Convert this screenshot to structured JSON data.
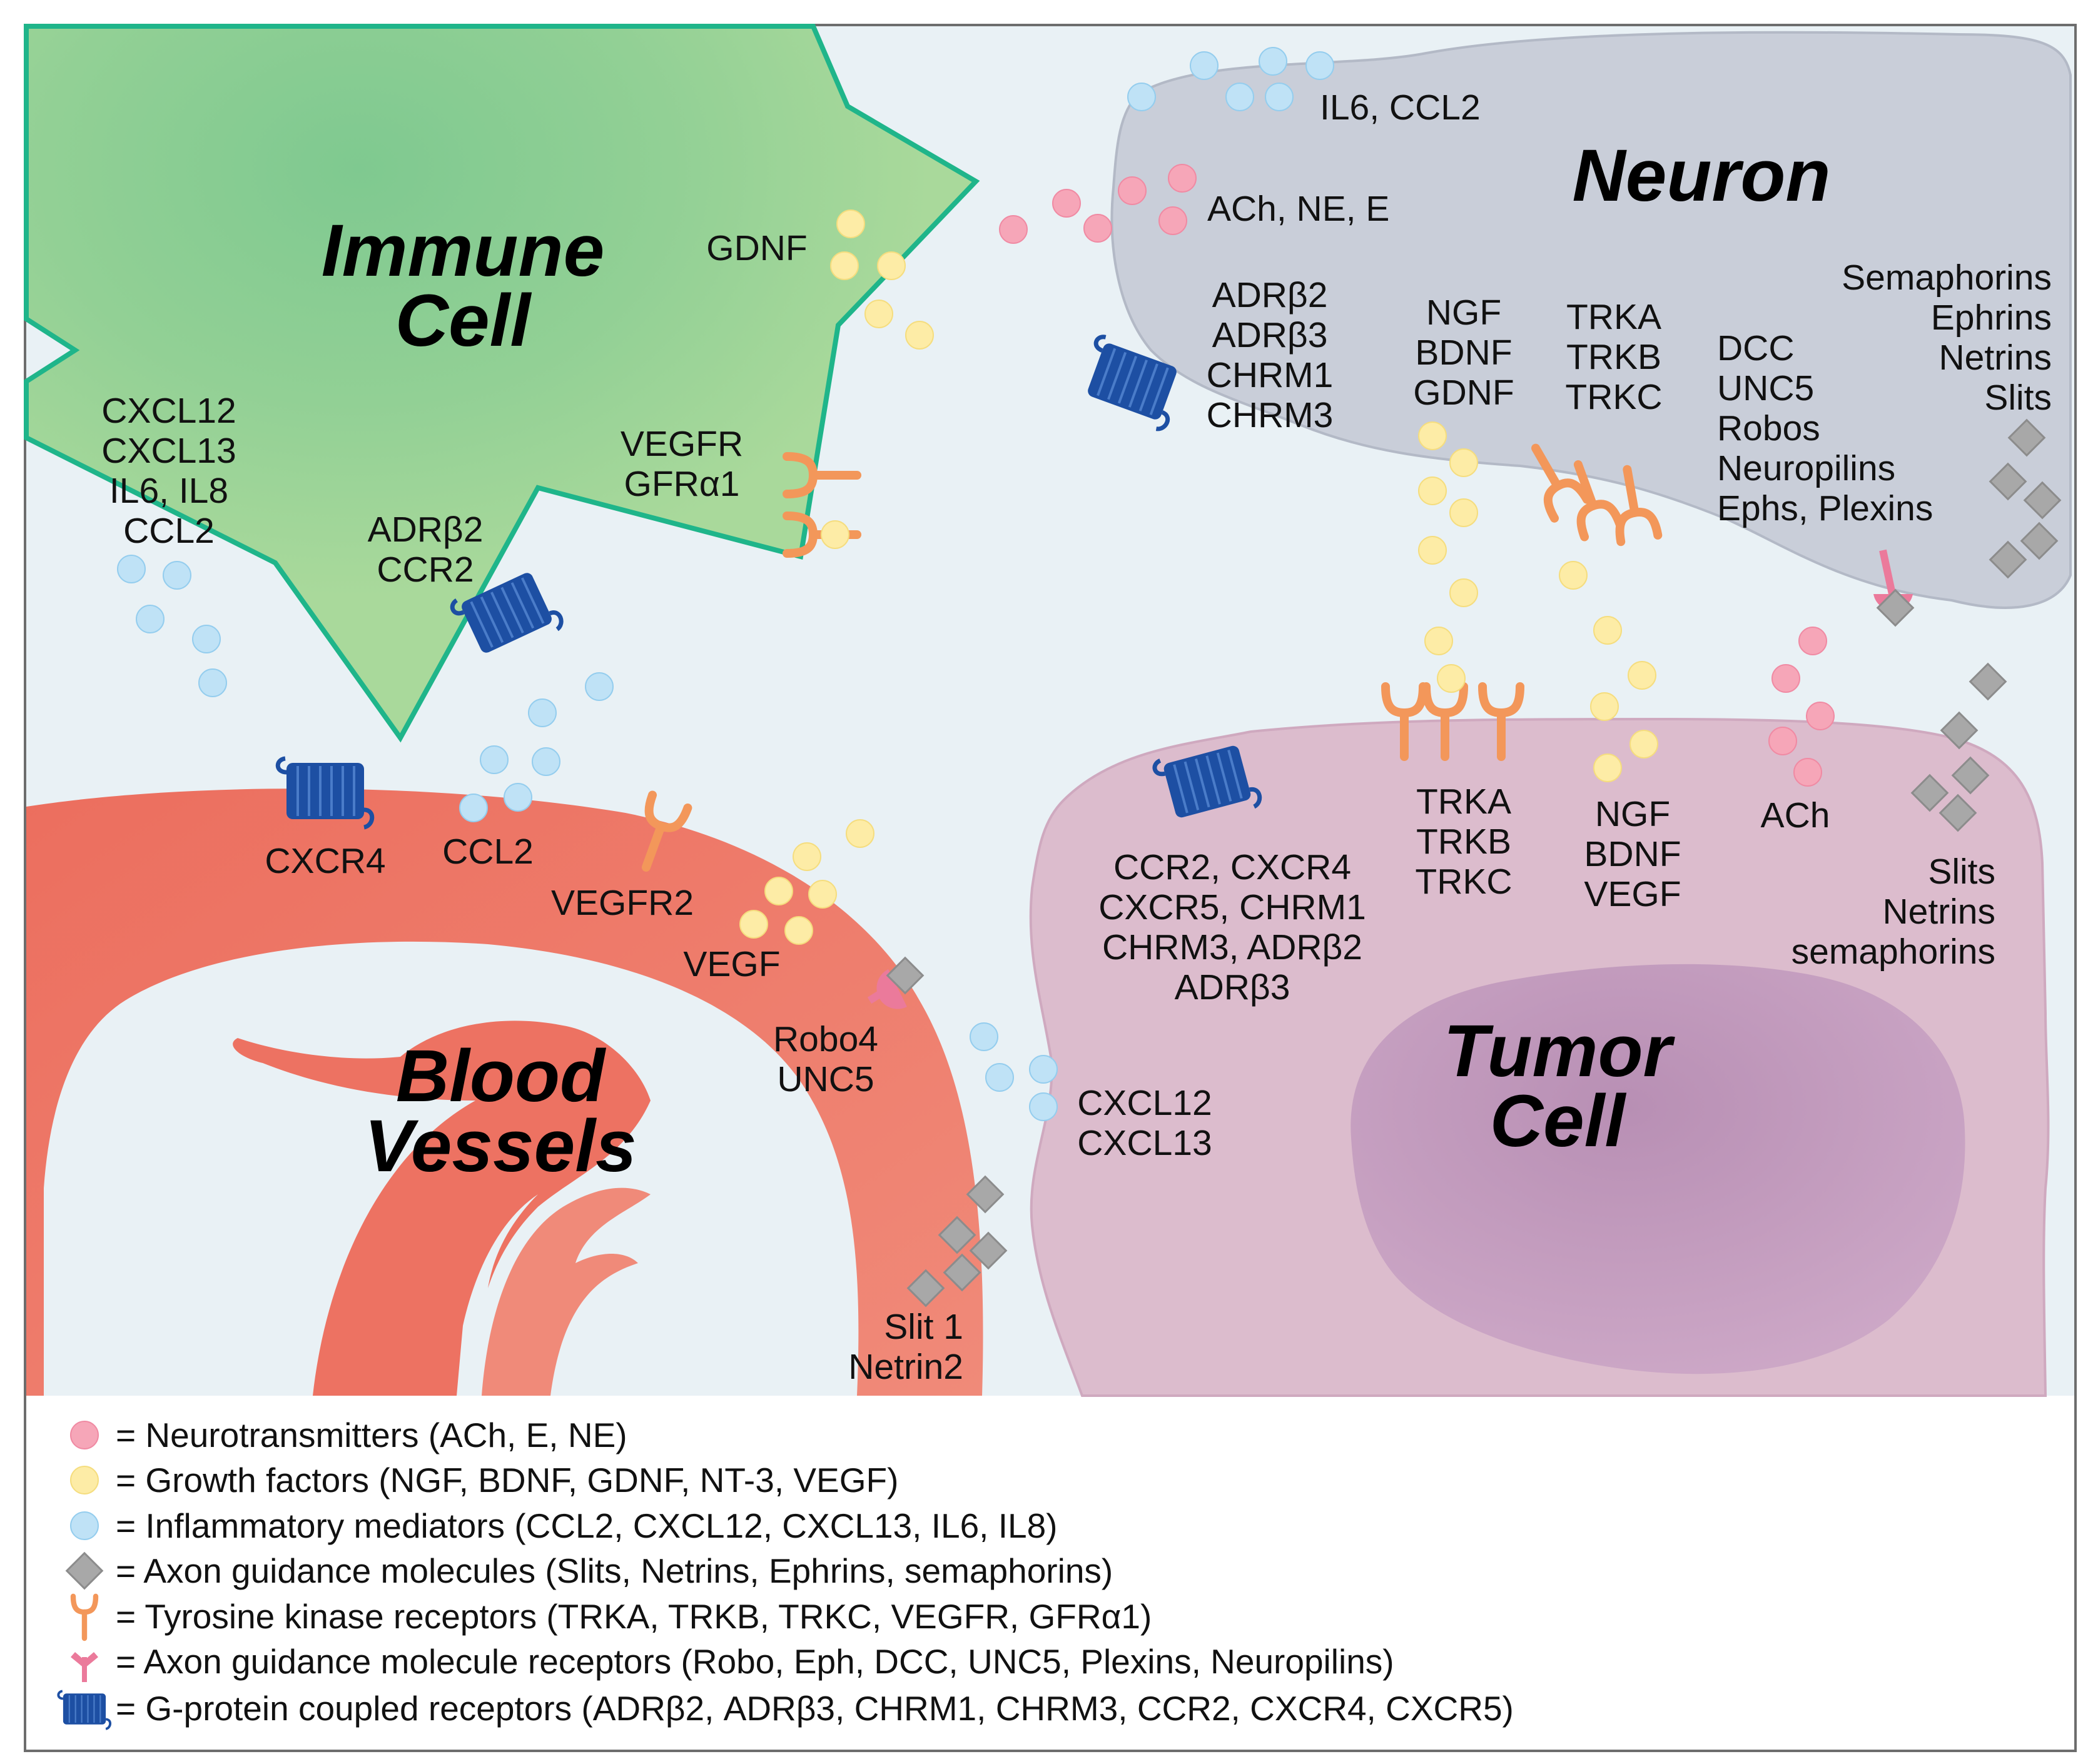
{
  "cells": {
    "immune": [
      "Immune",
      "Cell"
    ],
    "neuron": [
      "Neuron"
    ],
    "blood": [
      "Blood",
      "Vessels"
    ],
    "tumor": [
      "Tumor",
      "Cell"
    ]
  },
  "labels": {
    "gdnf": [
      "GDNF"
    ],
    "immune_chemokines": [
      "CXCL12",
      "CXCL13",
      "IL6, IL8",
      "CCL2"
    ],
    "immune_adr": [
      "ADRβ2",
      "CCR2"
    ],
    "immune_vegfr": [
      "VEGFR",
      "GFRα1"
    ],
    "il6_ccl2": [
      "IL6, CCL2"
    ],
    "ach_ne_e": [
      "ACh, NE, E"
    ],
    "neuron_adr": [
      "ADRβ2",
      "ADRβ3",
      "CHRM1",
      "CHRM3"
    ],
    "neuron_ngf": [
      "NGF",
      "BDNF",
      "GDNF"
    ],
    "neuron_trk": [
      "TRKA",
      "TRKB",
      "TRKC"
    ],
    "neuron_dcc": [
      "DCC",
      "UNC5",
      "Robos",
      "Neuropilins",
      "Ephs, Plexins"
    ],
    "neuron_sema": [
      "Semaphorins",
      "Ephrins",
      "Netrins",
      "Slits"
    ],
    "cxcr4": [
      "CXCR4"
    ],
    "ccl2": [
      "CCL2"
    ],
    "vegfr2": [
      "VEGFR2"
    ],
    "vegf": [
      "VEGF"
    ],
    "robo4": [
      "Robo4",
      "UNC5"
    ],
    "slit1": [
      "Slit 1",
      "Netrin2"
    ],
    "cxcl12_13": [
      "CXCL12",
      "CXCL13"
    ],
    "tumor_gpcr": [
      "CCR2, CXCR4",
      "CXCR5, CHRM1",
      "CHRM3, ADRβ2",
      "ADRβ3"
    ],
    "tumor_trk": [
      "TRKA",
      "TRKB",
      "TRKC"
    ],
    "tumor_ngf": [
      "NGF",
      "BDNF",
      "VEGF"
    ],
    "tumor_ach": [
      "ACh"
    ],
    "tumor_slits": [
      "Slits",
      "Netrins",
      "semaphorins"
    ]
  },
  "legend": [
    {
      "icon": "pink-circle-icon",
      "text": "= Neurotransmitters (ACh, E, NE)"
    },
    {
      "icon": "yellow-circle-icon",
      "text": "= Growth factors (NGF, BDNF, GDNF, NT-3, VEGF)"
    },
    {
      "icon": "blue-circle-icon",
      "text": "= Inflammatory mediators (CCL2, CXCL12, CXCL13, IL6, IL8)"
    },
    {
      "icon": "gray-diamond-icon",
      "text": "= Axon guidance molecules (Slits, Netrins, Ephrins, semaphorins)"
    },
    {
      "icon": "orange-y-receptor-icon",
      "text": "= Tyrosine kinase receptors (TRKA, TRKB, TRKC, VEGFR, GFRα1)"
    },
    {
      "icon": "pink-receptor-icon",
      "text": "= Axon guidance molecule receptors (Robo, Eph, DCC, UNC5, Plexins, Neuropilins)"
    },
    {
      "icon": "gpcr-icon",
      "text": "= G-protein coupled receptors (ADRβ2, ADRβ3, CHRM1, CHRM3, CCR2, CXCR4, CXCR5)"
    }
  ],
  "colors": {
    "background": "#e9f1f5",
    "immune_fill": "#a9d99b",
    "immune_stroke": "#1fb58a",
    "neuron_fill": "#c9ced9",
    "vessel_fill": "#ed7262",
    "tumor_fill": "#dcbccd",
    "nucleus_fill": "#c49bbd",
    "neurotransmitter": "#f6a6b8",
    "growth_factor": "#fdeca6",
    "inflammatory": "#bfe2f6",
    "axon_guidance": "#a8a8a8",
    "tyrosine_receptor": "#f3975a",
    "guidance_receptor": "#eb7a9b",
    "gpcr": "#1d4fa3"
  }
}
